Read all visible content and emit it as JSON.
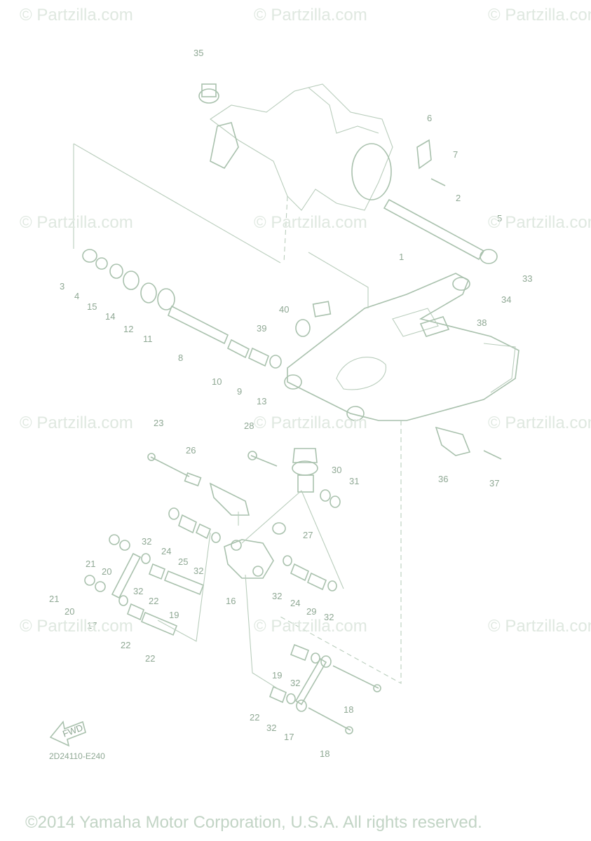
{
  "watermark": "© Partzilla.com",
  "diagram_code": "2D24110-E240",
  "copyright": "©2014 Yamaha Motor Corporation, U.S.A. All rights reserved.",
  "arrow_label": "FWD",
  "callouts": [
    "35",
    "6",
    "7",
    "2",
    "5",
    "1",
    "33",
    "34",
    "3",
    "4",
    "15",
    "14",
    "12",
    "11",
    "40",
    "39",
    "38",
    "8",
    "10",
    "9",
    "13",
    "23",
    "28",
    "26",
    "30",
    "31",
    "36",
    "37",
    "32",
    "24",
    "27",
    "21",
    "20",
    "25",
    "32",
    "32",
    "22",
    "19",
    "16",
    "32",
    "24",
    "29",
    "32",
    "21",
    "20",
    "17",
    "22",
    "22",
    "19",
    "32",
    "18",
    "22",
    "32",
    "17",
    "18"
  ]
}
